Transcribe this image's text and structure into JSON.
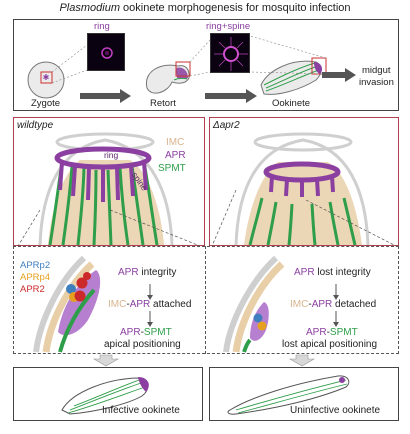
{
  "title": {
    "italic": "Plasmodium",
    "rest": " ookinete morphogenesis for mosquito infection"
  },
  "top_panel": {
    "stages": [
      "Zygote",
      "Retort",
      "Ookinete"
    ],
    "micrograph_labels": [
      "ring",
      "ring+spine"
    ],
    "end_label_line1": "midgut",
    "end_label_line2": "invasion"
  },
  "wildtype": {
    "panel_label": "wildtype",
    "legend": {
      "imc": "IMC",
      "apr": "APR",
      "spmt": "SPMT"
    },
    "ring_label": "ring",
    "spine_label": "spine"
  },
  "mutant": {
    "panel_label": "Δapr2"
  },
  "detail_wt": {
    "legend": {
      "aprp2": "APRp2",
      "aprp4": "APRp4",
      "apr2": "APR2"
    },
    "step1": {
      "a": "APR",
      "b": " integrity"
    },
    "step2": {
      "a": "IMC",
      "b": "-",
      "c": "APR",
      "d": " attached"
    },
    "step3": {
      "a": "APR",
      "b": "-",
      "c": "SPMT"
    },
    "step3_line2": "apical positioning"
  },
  "detail_mut": {
    "step1": {
      "a": "APR",
      "b": " lost integrity"
    },
    "step2": {
      "a": "IMC",
      "b": "-",
      "c": "APR",
      "d": " detached"
    },
    "step3": {
      "a": "APR",
      "b": "-",
      "c": "SPMT"
    },
    "step3_line2": "lost apical positioning"
  },
  "bottom": {
    "left": "Infective ookinete",
    "right": "Uninfective ookinete"
  },
  "colors": {
    "purple": "#8b3fa0",
    "green": "#2e9e4a",
    "imc": "#e8cfa8",
    "blue": "#3f7fc0",
    "orange": "#e6a020",
    "red": "#cc2a2a",
    "panel_border": "#b04050"
  }
}
